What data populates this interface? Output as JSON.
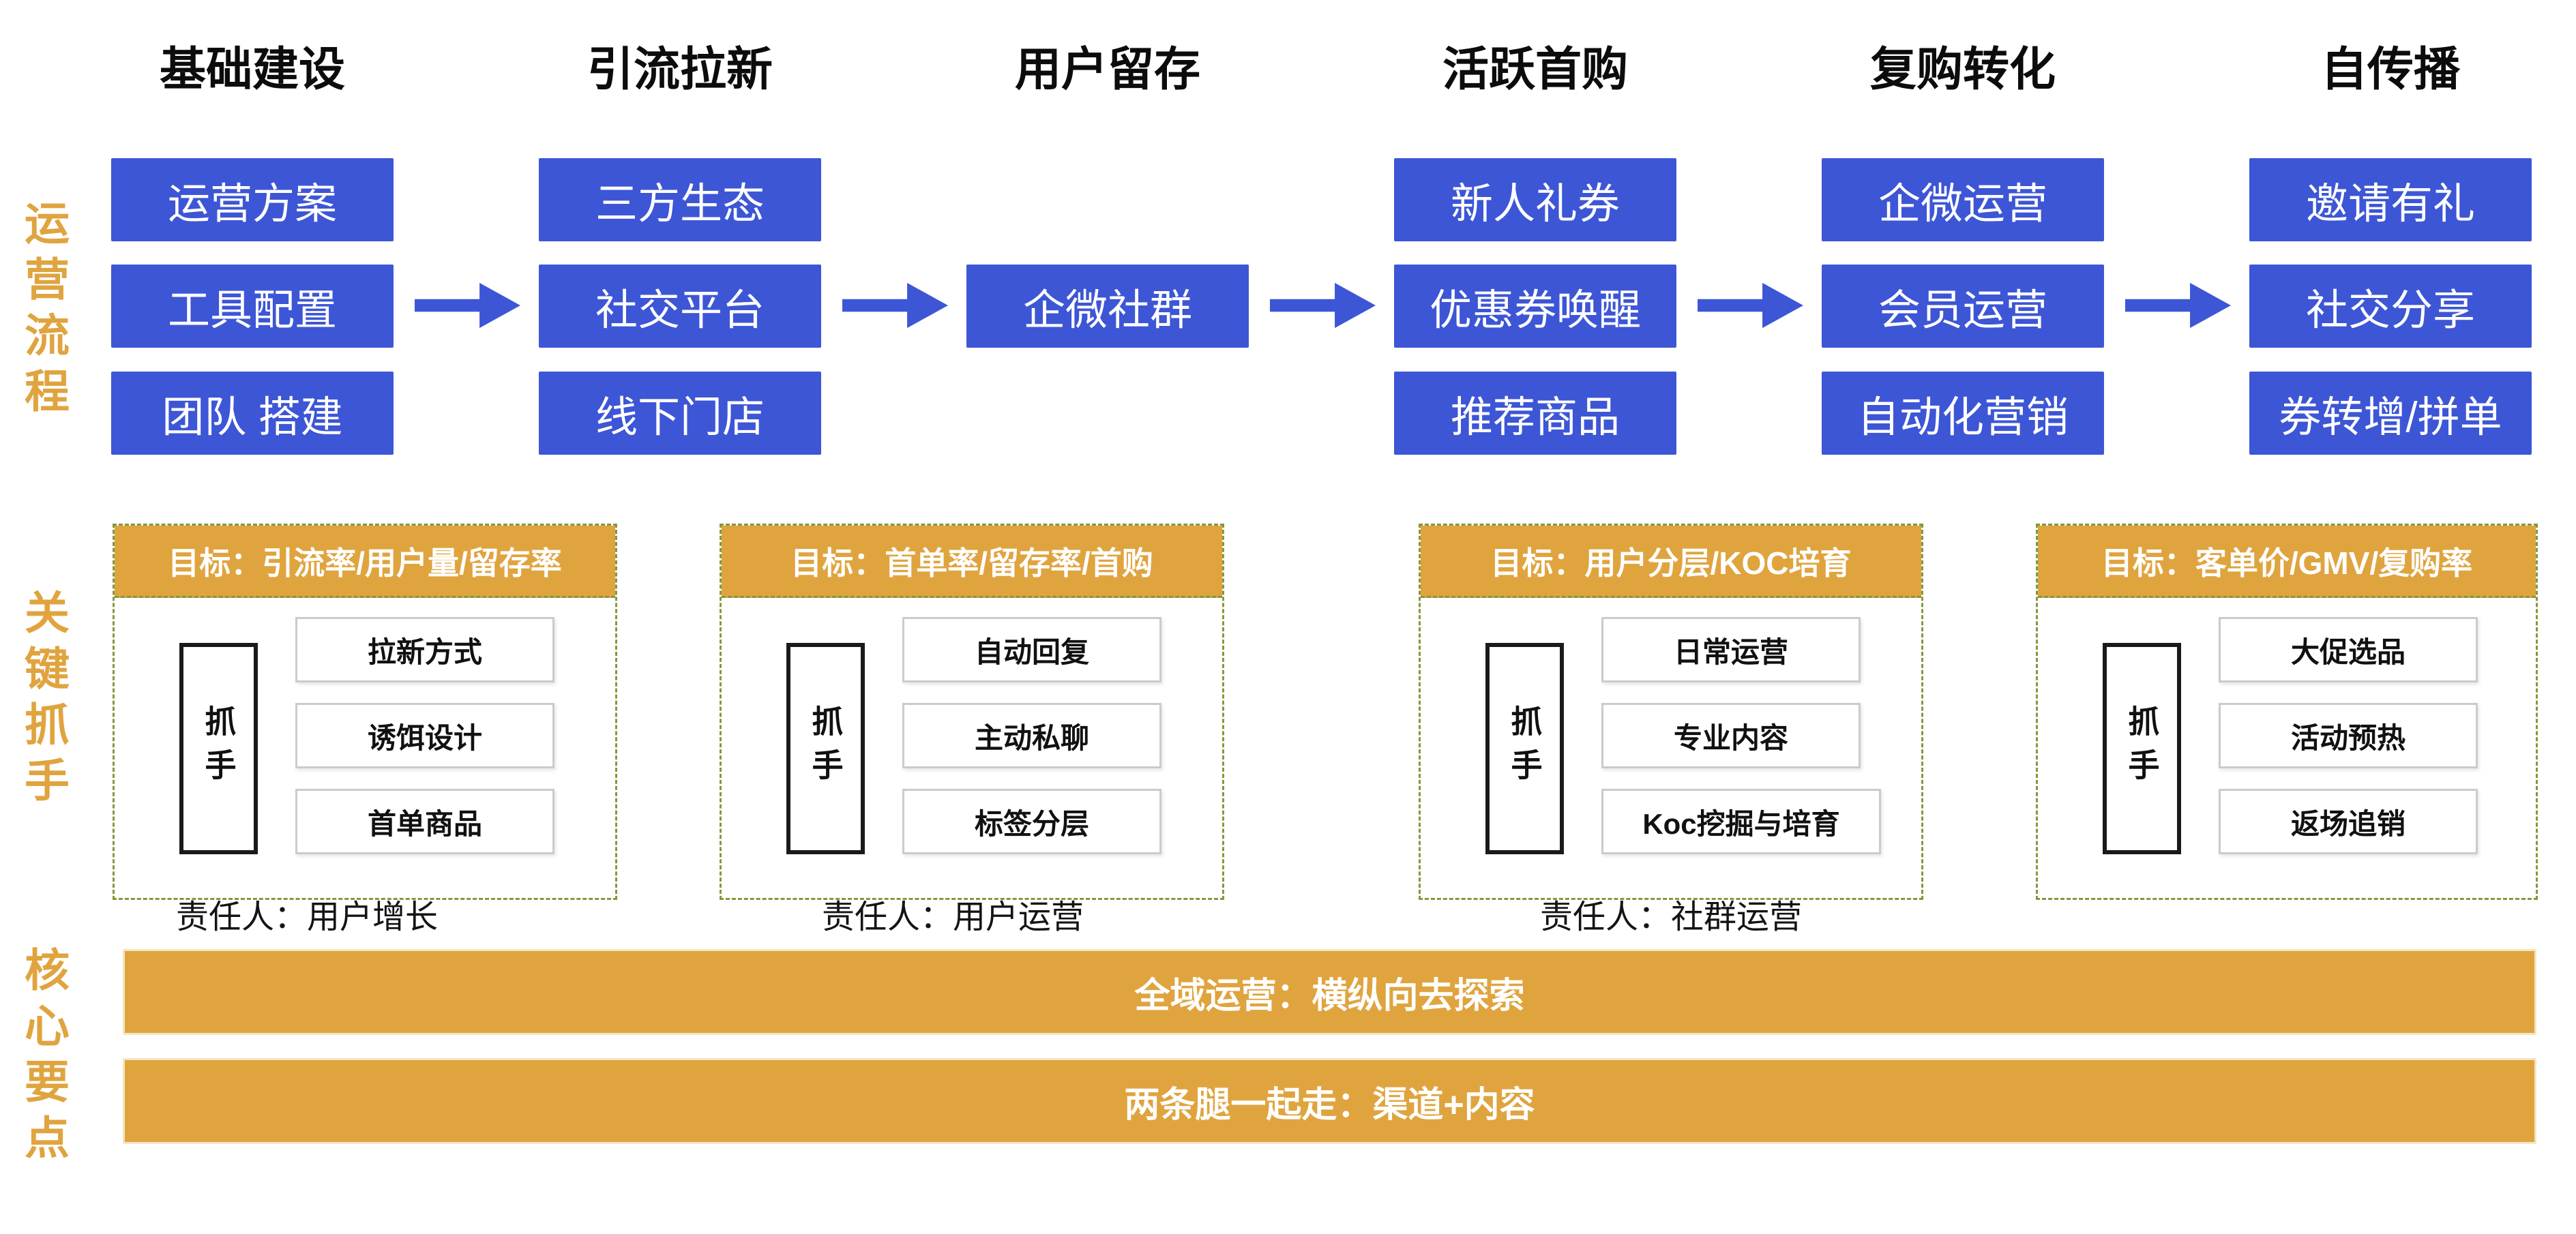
{
  "colors": {
    "flow_blue": "#3D56D6",
    "gold": "#E0A43F",
    "dashed_olive": "#85973F",
    "tactic_border": "#CBCBCB",
    "text_black": "#111111",
    "white": "#FFFFFF"
  },
  "side_labels": [
    {
      "label": "运营流程"
    },
    {
      "label": "关键抓手"
    },
    {
      "label": "核心要点"
    }
  ],
  "flow": {
    "columns": [
      {
        "header": "基础建设",
        "boxes": [
          "运营方案",
          "工具配置",
          "团队 搭建"
        ]
      },
      {
        "header": "引流拉新",
        "boxes": [
          "三方生态",
          "社交平台",
          "线下门店"
        ]
      },
      {
        "header": "用户留存",
        "boxes": [
          "企微社群"
        ]
      },
      {
        "header": "活跃首购",
        "boxes": [
          "新人礼券",
          "优惠券唤醒",
          "推荐商品"
        ]
      },
      {
        "header": "复购转化",
        "boxes": [
          "企微运营",
          "会员运营",
          "自动化营销"
        ]
      },
      {
        "header": "自传播",
        "boxes": [
          "邀请有礼",
          "社交分享",
          "券转增/拼单"
        ]
      }
    ]
  },
  "cards": [
    {
      "goal": "目标：引流率/用户量/留存率",
      "handle": "抓手",
      "items": [
        "拉新方式",
        "诱饵设计",
        "首单商品"
      ]
    },
    {
      "goal": "目标：首单率/留存率/首购",
      "handle": "抓手",
      "items": [
        "自动回复",
        "主动私聊",
        "标签分层"
      ]
    },
    {
      "goal": "目标：用户分层/KOC培育",
      "handle": "抓手",
      "items": [
        "日常运营",
        "专业内容",
        "Koc挖掘与培育"
      ]
    },
    {
      "goal": "目标：客单价/GMV/复购率",
      "handle": "抓手",
      "items": [
        "大促选品",
        "活动预热",
        "返场追销"
      ]
    }
  ],
  "owners": [
    "责任人：用户增长",
    "责任人：用户运营",
    "责任人：社群运营"
  ],
  "bottom_bars": [
    "全域运营：横纵向去探索",
    "两条腿一起走：渠道+内容"
  ]
}
